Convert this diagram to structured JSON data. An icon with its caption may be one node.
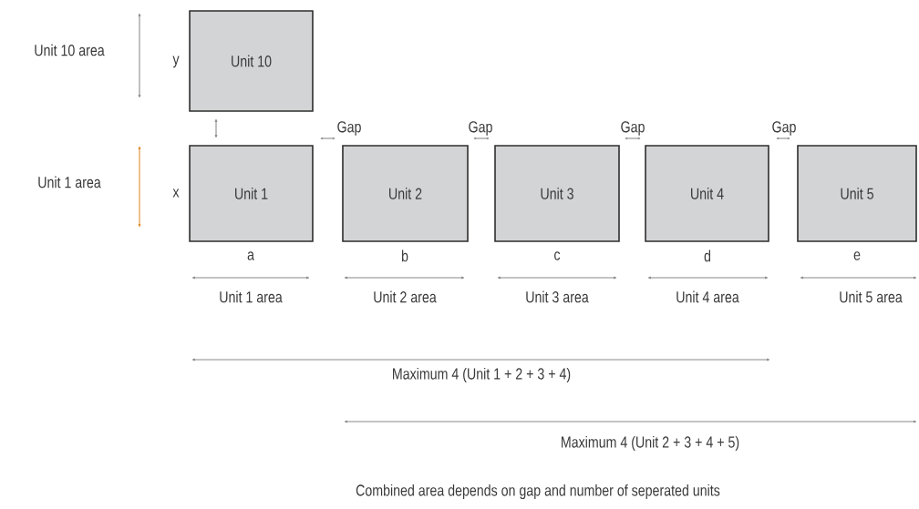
{
  "diagram": {
    "nodes": [
      {
        "text": [
          "Unit 10"
        ]
      },
      {
        "text": [
          "Unit 1"
        ]
      },
      {
        "text": [
          "Unit 2"
        ]
      },
      {
        "text": [
          "Unit 3"
        ]
      },
      {
        "text": [
          "Unit 4"
        ]
      },
      {
        "text": [
          "Unit 5"
        ]
      }
    ],
    "labels": [
      "Unit 10 area",
      "y",
      "Gap",
      "Gap",
      "Gap",
      "Gap",
      "Unit 1 area",
      "x",
      "a",
      "b",
      "c",
      "d",
      "e",
      "Unit 1 area",
      "Unit 2 area",
      "Unit 3 area",
      "Unit 4 area",
      "Unit 5 area",
      "Maximum 4 (Unit 1 + 2 + 3 + 4)",
      "Maximum 4 (Unit 2 + 3 + 4 + 5)"
    ],
    "caption": "Combined area depends on gap and number of seperated units"
  }
}
